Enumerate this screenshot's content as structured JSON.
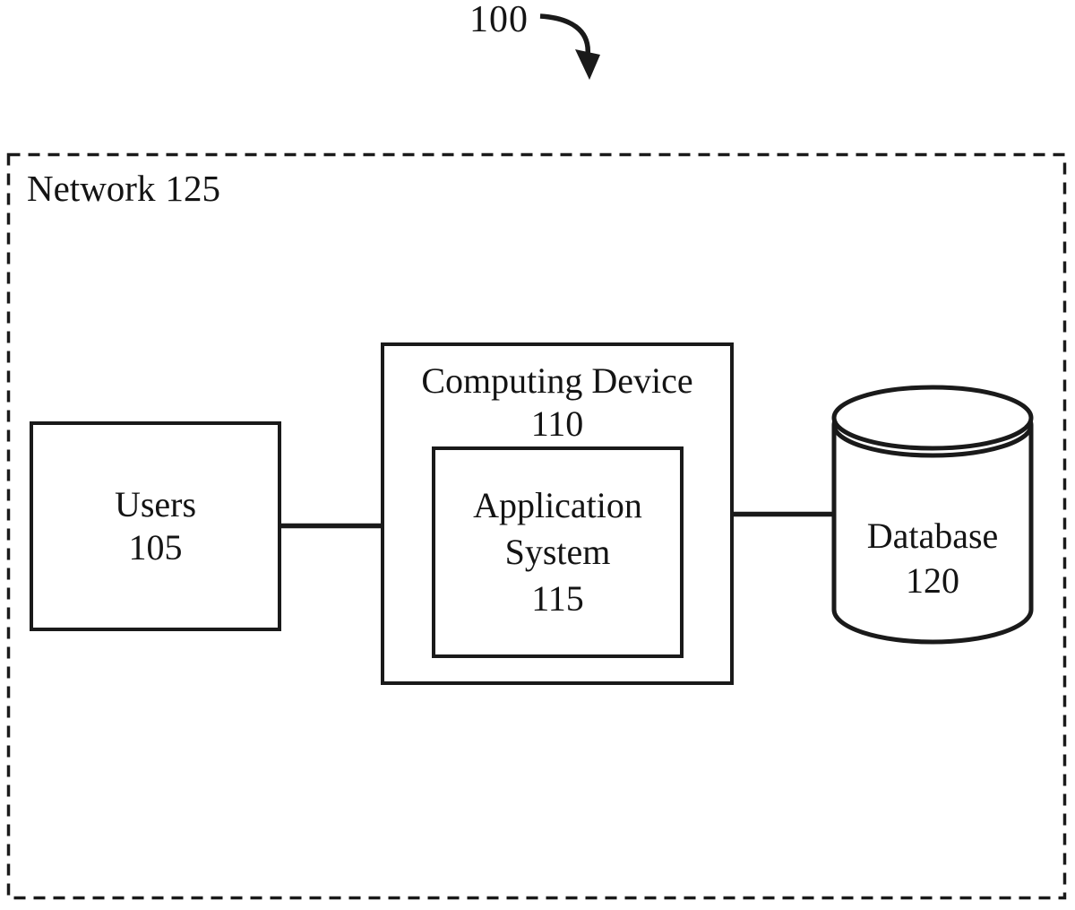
{
  "figure": {
    "ref_label": "100"
  },
  "network": {
    "label": "Network",
    "ref": "125"
  },
  "nodes": {
    "users": {
      "label": "Users",
      "ref": "105"
    },
    "computing_device": {
      "label": "Computing Device",
      "ref": "110"
    },
    "application_system": {
      "label": "Application System",
      "ref": "115"
    },
    "database": {
      "label": "Database",
      "ref": "120",
      "shape": "cylinder"
    }
  },
  "connections": [
    {
      "from": "Users 105",
      "to": "Computing Device 110",
      "style": "solid-line"
    },
    {
      "from": "Computing Device 110",
      "to": "Database 120",
      "style": "solid-line"
    }
  ],
  "colors": {
    "ink": "#1a1a1a",
    "background": "#ffffff"
  }
}
